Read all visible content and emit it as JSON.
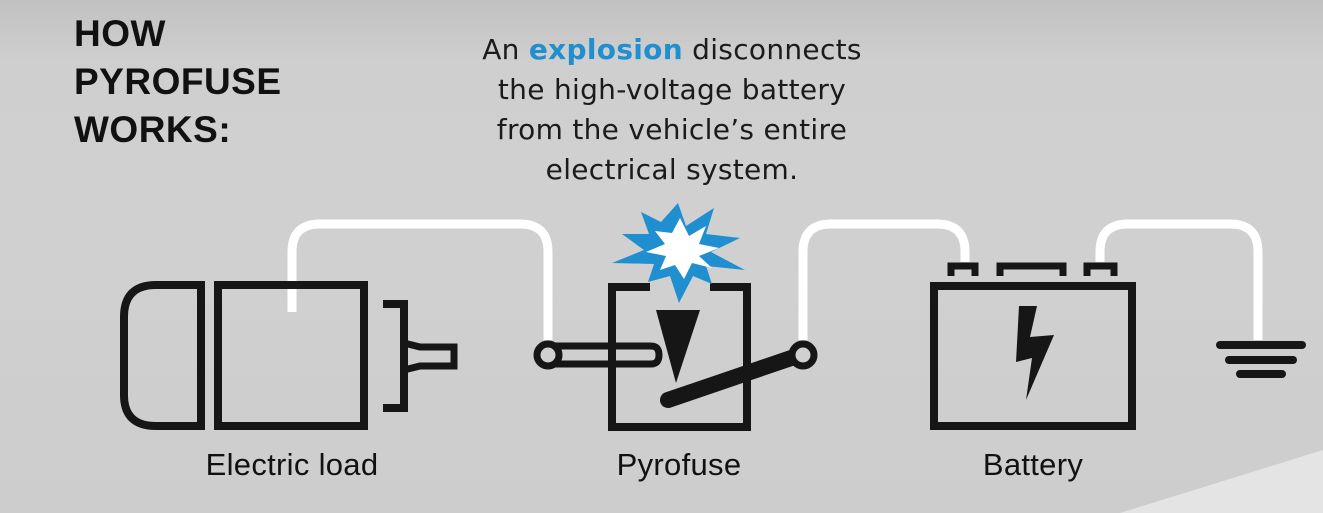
{
  "heading": {
    "lines": [
      "HOW",
      "PYROFUSE",
      "WORKS:"
    ]
  },
  "caption": {
    "prefix": "An ",
    "highlight": "explosion",
    "suffix_line1": " disconnects",
    "line2": "the high-voltage battery",
    "line3": "from the vehicle’s entire",
    "line4": "electrical system."
  },
  "components": [
    {
      "id": "electric-load",
      "label": "Electric load",
      "icon": "motor-icon"
    },
    {
      "id": "pyrofuse",
      "label": "Pyrofuse",
      "icon": "pyrofuse-switch-icon"
    },
    {
      "id": "battery",
      "label": "Battery",
      "icon": "battery-icon"
    },
    {
      "id": "ground",
      "label": "",
      "icon": "ground-icon"
    }
  ],
  "colors": {
    "accent_blue": "#1f8fd0",
    "wire": "#ffffff",
    "symbol": "#161616",
    "background": "#d0d0d0"
  }
}
